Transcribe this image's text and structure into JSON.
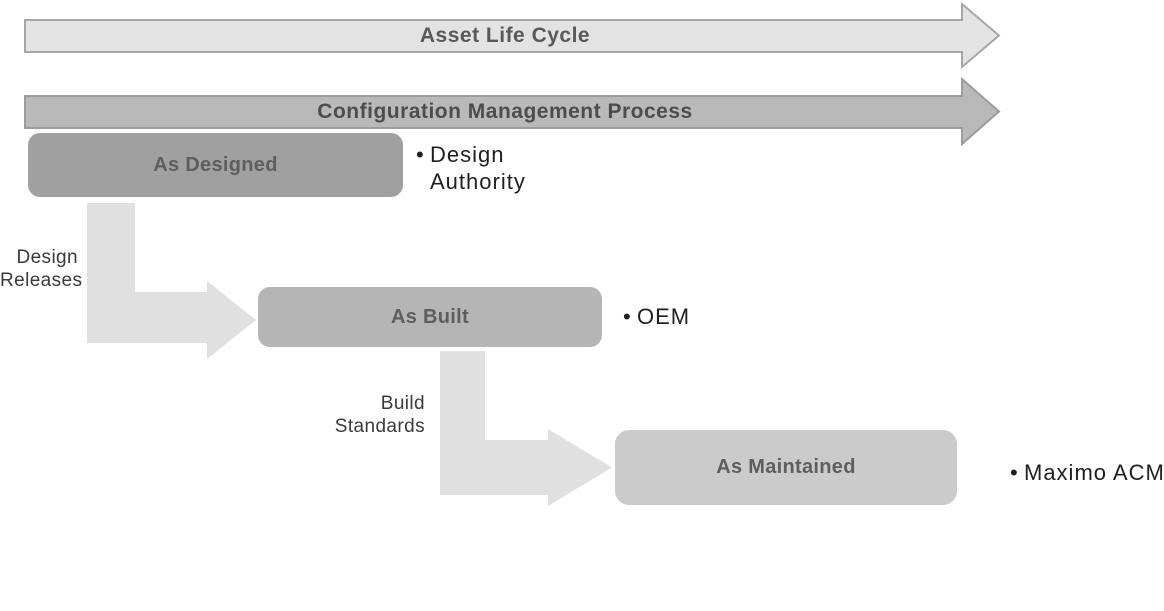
{
  "diagram": {
    "banners": [
      {
        "label": "Asset Life Cycle",
        "fill": "#e3e3e3",
        "stroke": "#a6a6a6"
      },
      {
        "label": "Configuration Management Process",
        "fill": "#b9b9b9",
        "stroke": "#9c9c9c"
      }
    ],
    "stages": [
      {
        "label": "As Designed",
        "fill": "#a0a0a0",
        "annotation": {
          "bullet": "•",
          "lines": [
            "Design",
            "Authority"
          ]
        }
      },
      {
        "label": "As Built",
        "fill": "#b5b5b5",
        "annotation": {
          "bullet": "•",
          "lines": [
            "OEM"
          ]
        }
      },
      {
        "label": "As Maintained",
        "fill": "#cbcbcb",
        "annotation": {
          "bullet": "•",
          "lines": [
            "Maximo ACM"
          ]
        }
      }
    ],
    "connectors": [
      {
        "fill": "#e0e0e0",
        "lines": [
          "Design",
          "Releases"
        ]
      },
      {
        "fill": "#e0e0e0",
        "lines": [
          "Build",
          "Standards"
        ]
      }
    ]
  }
}
